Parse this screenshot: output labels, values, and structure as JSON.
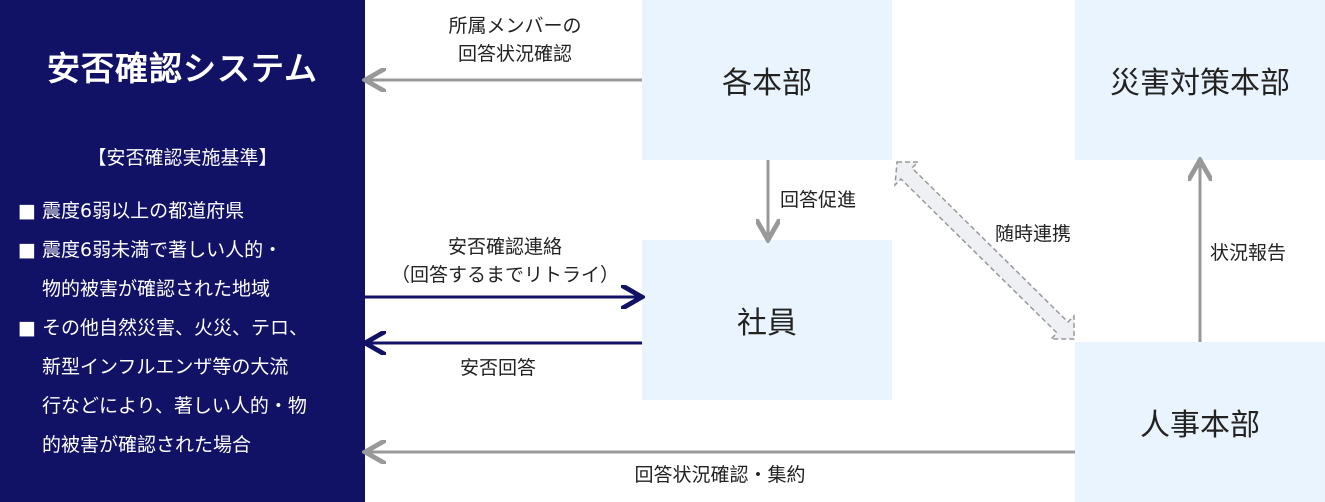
{
  "panel": {
    "title": "安否確認システム",
    "criteria_heading": "【安否確認実施基準】",
    "bullet": "■",
    "criteria": [
      [
        "震度6弱以上の都道府県"
      ],
      [
        "震度6弱未満で著しい人的・",
        "物的被害が確認された地域"
      ],
      [
        "その他自然災害、火災、テロ、",
        "新型インフルエンザ等の大流",
        "行などにより、著しい人的・物",
        "的被害が確認された場合"
      ]
    ]
  },
  "nodes": {
    "headquarters": "各本部",
    "employee": "社員",
    "disaster_hq": "災害対策本部",
    "hr_hq": "人事本部"
  },
  "arrows": {
    "hq_to_system": [
      "所属メンバーの",
      "回答状況確認"
    ],
    "hq_to_employee": "回答促進",
    "system_to_employee": [
      "安否確認連絡",
      "（回答するまでリトライ）"
    ],
    "employee_to_system": "安否回答",
    "hq_hr_link": "随時連携",
    "hr_to_disaster": "状況報告",
    "hr_to_system": "回答状況確認・集約"
  },
  "colors": {
    "navy": "#111166",
    "box": "#eaf4fe",
    "gray_arrow": "#999999"
  }
}
